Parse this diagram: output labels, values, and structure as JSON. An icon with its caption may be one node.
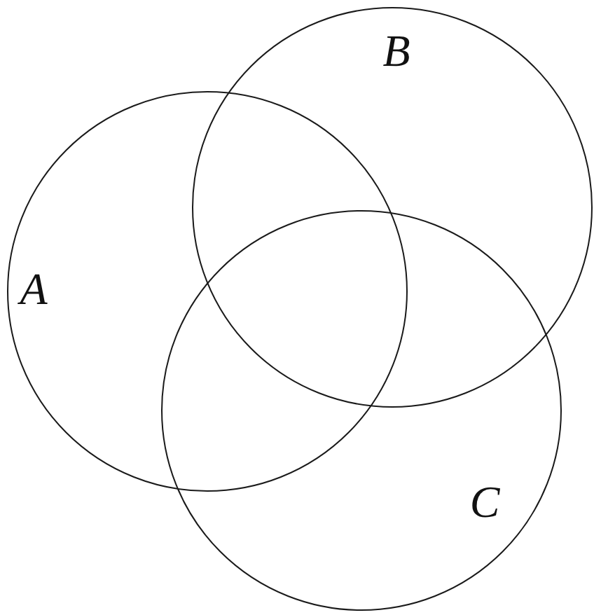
{
  "diagram": {
    "nodes": [
      {
        "text": [
          "A"
        ]
      },
      {
        "text": [
          "B"
        ]
      },
      {
        "text": [
          "C"
        ]
      }
    ]
  }
}
